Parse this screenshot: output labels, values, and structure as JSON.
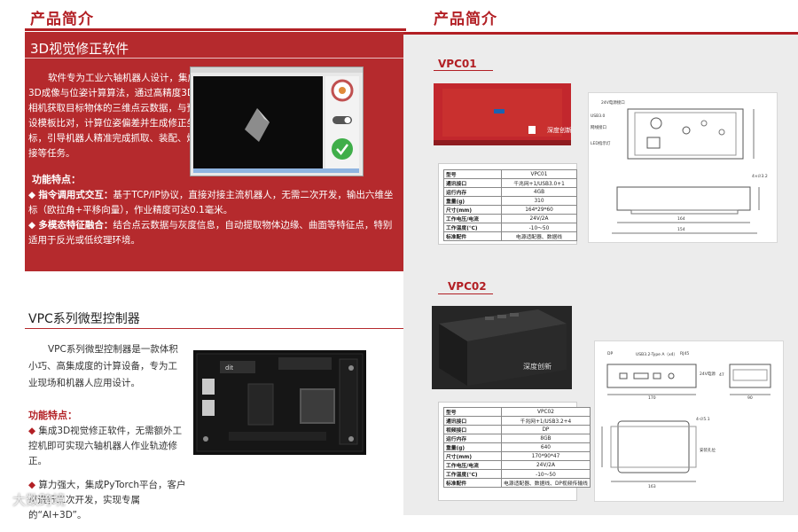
{
  "left": {
    "title": "产品简介",
    "software": {
      "heading": "3D视觉修正软件",
      "description": "软件专为工业六轴机器人设计，集成3D成像与位姿计算算法，通过高精度3D相机获取目标物体的三维点云数据，与预设模板比对，计算位姿偏差并生成修正坐标，引导机器人精准完成抓取、装配、焊接等任务。",
      "features_title": "功能特点：",
      "bullet1_label": "指令调用式交互：",
      "bullet1_text": "基于TCP/IP协议，直接对接主流机器人，无需二次开发，输出六维坐标（欧拉角+平移向量），作业精度可达0.1毫米。",
      "bullet2_label": "多模态特征融合：",
      "bullet2_text": "结合点云数据与灰度信息，自动提取物体边缘、曲面等特征点，特别适用于反光或低纹理环境。"
    },
    "vpc": {
      "heading": "VPC系列微型控制器",
      "description": "VPC系列微型控制器是一款体积小巧、高集成度的计算设备，专为工业现场和机器人应用设计。",
      "features_title": "功能特点：",
      "bullet1": "集成3D视觉修正软件，无需额外工控机即可实现六轴机器人作业轨迹修正。",
      "bullet2": "算力强大，集成PyTorch平台，客户可进行二次开发，实现专属的“AI+3D”。"
    },
    "watermark": "大数跨境"
  },
  "right": {
    "title": "产品简介",
    "vpc01": {
      "label": "VPC01",
      "brand": "深度创新",
      "specs": [
        [
          "型号",
          "VPC01"
        ],
        [
          "通讯接口",
          "千兆网+1/USB3.0+1"
        ],
        [
          "运行内存",
          "4GB"
        ],
        [
          "重量(g)",
          "310"
        ],
        [
          "尺寸(mm)",
          "164*29*60"
        ],
        [
          "工作电压/电流",
          "24V/2A"
        ],
        [
          "工作温度(℃)",
          "-10～50"
        ],
        [
          "标准配件",
          "电源适配器、数据线"
        ]
      ],
      "drawing_labels": {
        "power_port": "24V电源接口",
        "usb_port": "USB3.0",
        "network_port": "网线接口",
        "indicator": "LED指示灯",
        "hole": "4×∅3.2",
        "dim_width": "164",
        "dim_depth": "154"
      }
    },
    "vpc02": {
      "label": "VPC02",
      "brand": "深度创新",
      "specs": [
        [
          "型号",
          "VPC02"
        ],
        [
          "通讯接口",
          "千兆网+1/USB3.2+4"
        ],
        [
          "视频接口",
          "DP"
        ],
        [
          "运行内存",
          "8GB"
        ],
        [
          "重量(g)",
          "640"
        ],
        [
          "尺寸(mm)",
          "170*90*47"
        ],
        [
          "工作电压/电流",
          "24V/2A"
        ],
        [
          "工作温度(℃)",
          "-10～50"
        ],
        [
          "标准配件",
          "电源适配器、数据线、DP视频传输线"
        ]
      ],
      "drawing_labels": {
        "dp": "DP",
        "usb": "USB3.2-Type A（x4）",
        "rj45": "RJ45",
        "power": "24V电源",
        "hole": "4-∅5.1",
        "mount": "安装孔位",
        "dim_width": "170",
        "dim_height": "47",
        "dim_depth": "90",
        "dim_bottom": "163"
      }
    }
  }
}
